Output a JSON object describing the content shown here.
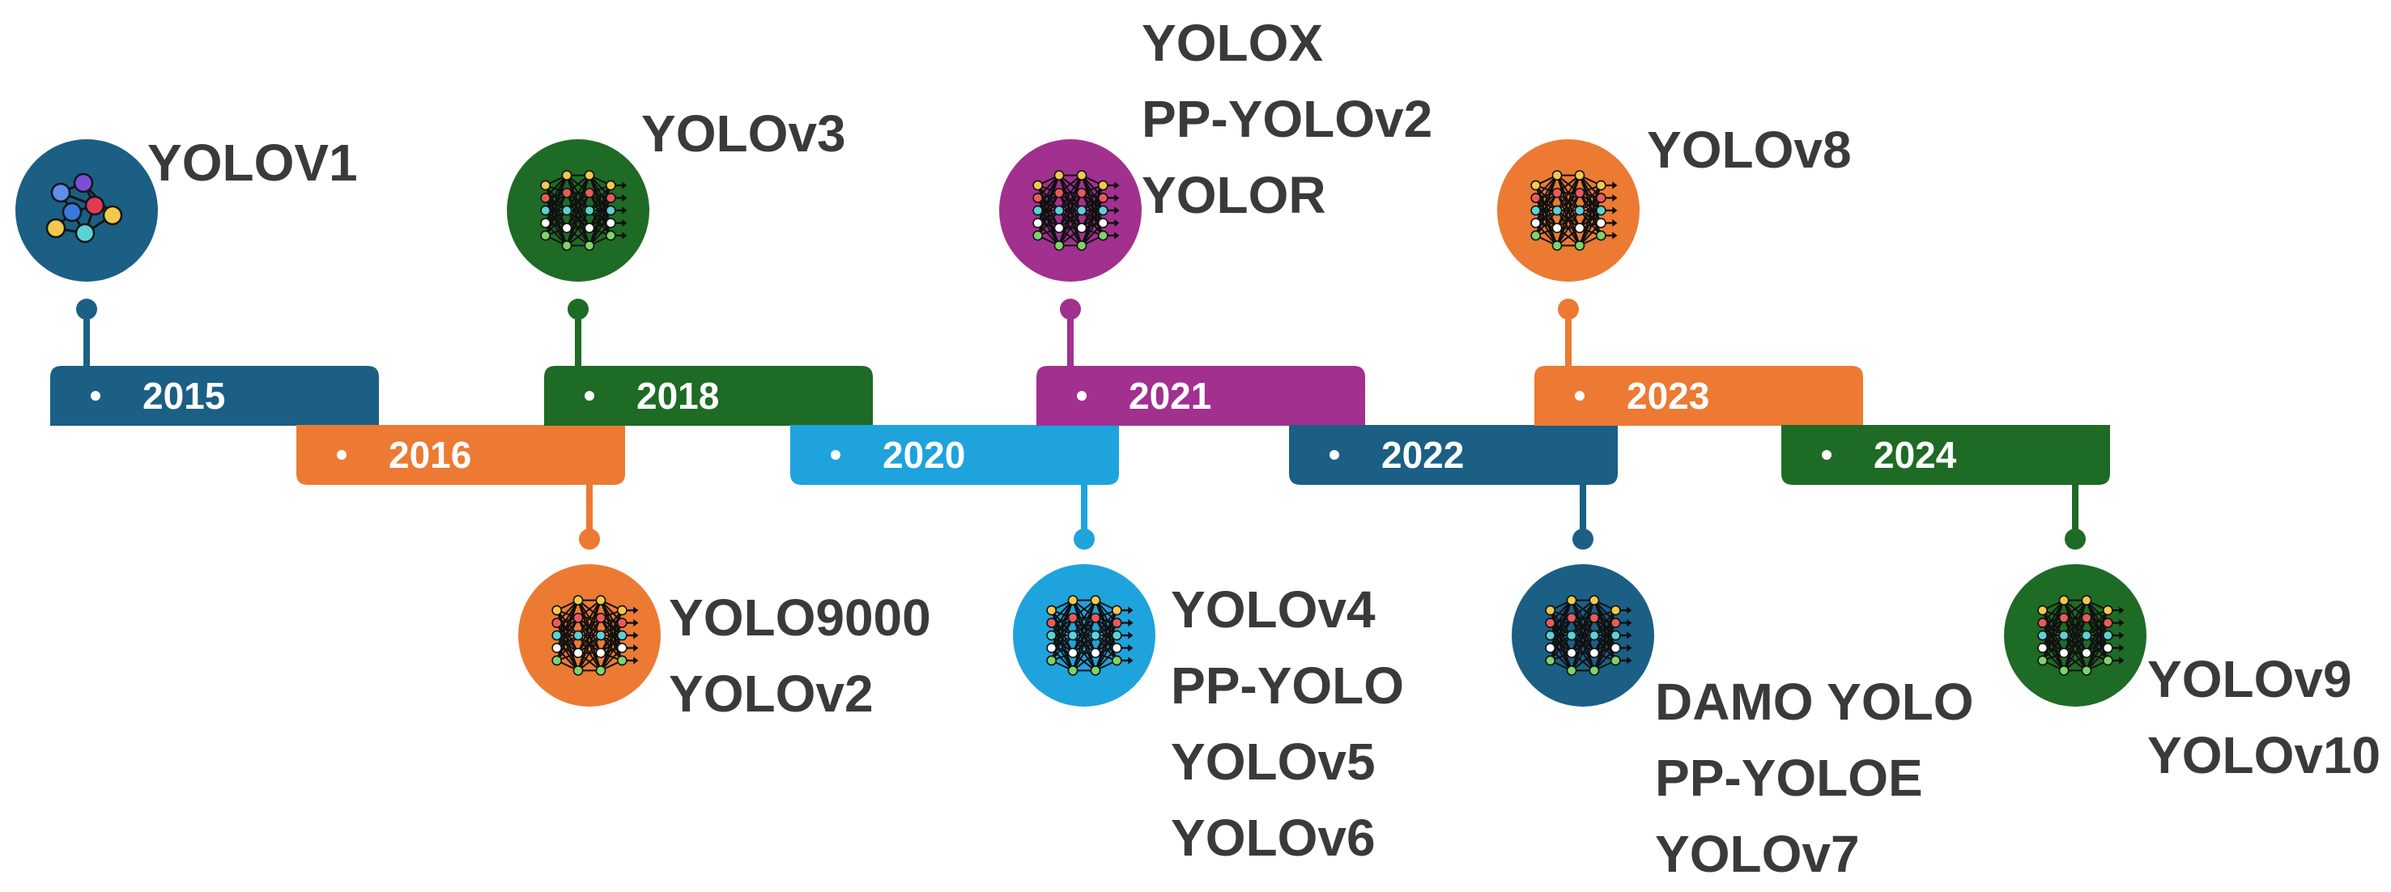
{
  "timeline": {
    "palette": {
      "navy": "#1b5f85",
      "orange": "#ec7a33",
      "green": "#1e6b25",
      "sky": "#1ea3dc",
      "purple": "#a1308f",
      "label_text": "#3a3a3a"
    },
    "milestones": [
      {
        "year": "2015",
        "color": "#1b5f85",
        "icon": "neural-network-icon",
        "models": [
          "YOLOV1"
        ]
      },
      {
        "year": "2016",
        "color": "#ec7a33",
        "icon": "neural-network-icon",
        "models": [
          "YOLO9000",
          "YOLOv2"
        ]
      },
      {
        "year": "2018",
        "color": "#1e6b25",
        "icon": "neural-network-icon",
        "models": [
          "YOLOv3"
        ]
      },
      {
        "year": "2020",
        "color": "#1ea3dc",
        "icon": "neural-network-icon",
        "models": [
          "YOLOv4",
          "PP-YOLO",
          "YOLOv5",
          "YOLOv6"
        ]
      },
      {
        "year": "2021",
        "color": "#a1308f",
        "icon": "neural-network-icon",
        "models": [
          "YOLOX",
          "PP-YOLOv2",
          "YOLOR"
        ]
      },
      {
        "year": "2022",
        "color": "#1b5f85",
        "icon": "neural-network-icon",
        "models": [
          "DAMO YOLO",
          "PP-YOLOE",
          "YOLOv7"
        ]
      },
      {
        "year": "2023",
        "color": "#ec7a33",
        "icon": "neural-network-icon",
        "models": [
          "YOLOv8"
        ]
      },
      {
        "year": "2024",
        "color": "#1e6b25",
        "icon": "neural-network-icon",
        "models": [
          "YOLOv9",
          "YOLOv10"
        ]
      }
    ]
  }
}
